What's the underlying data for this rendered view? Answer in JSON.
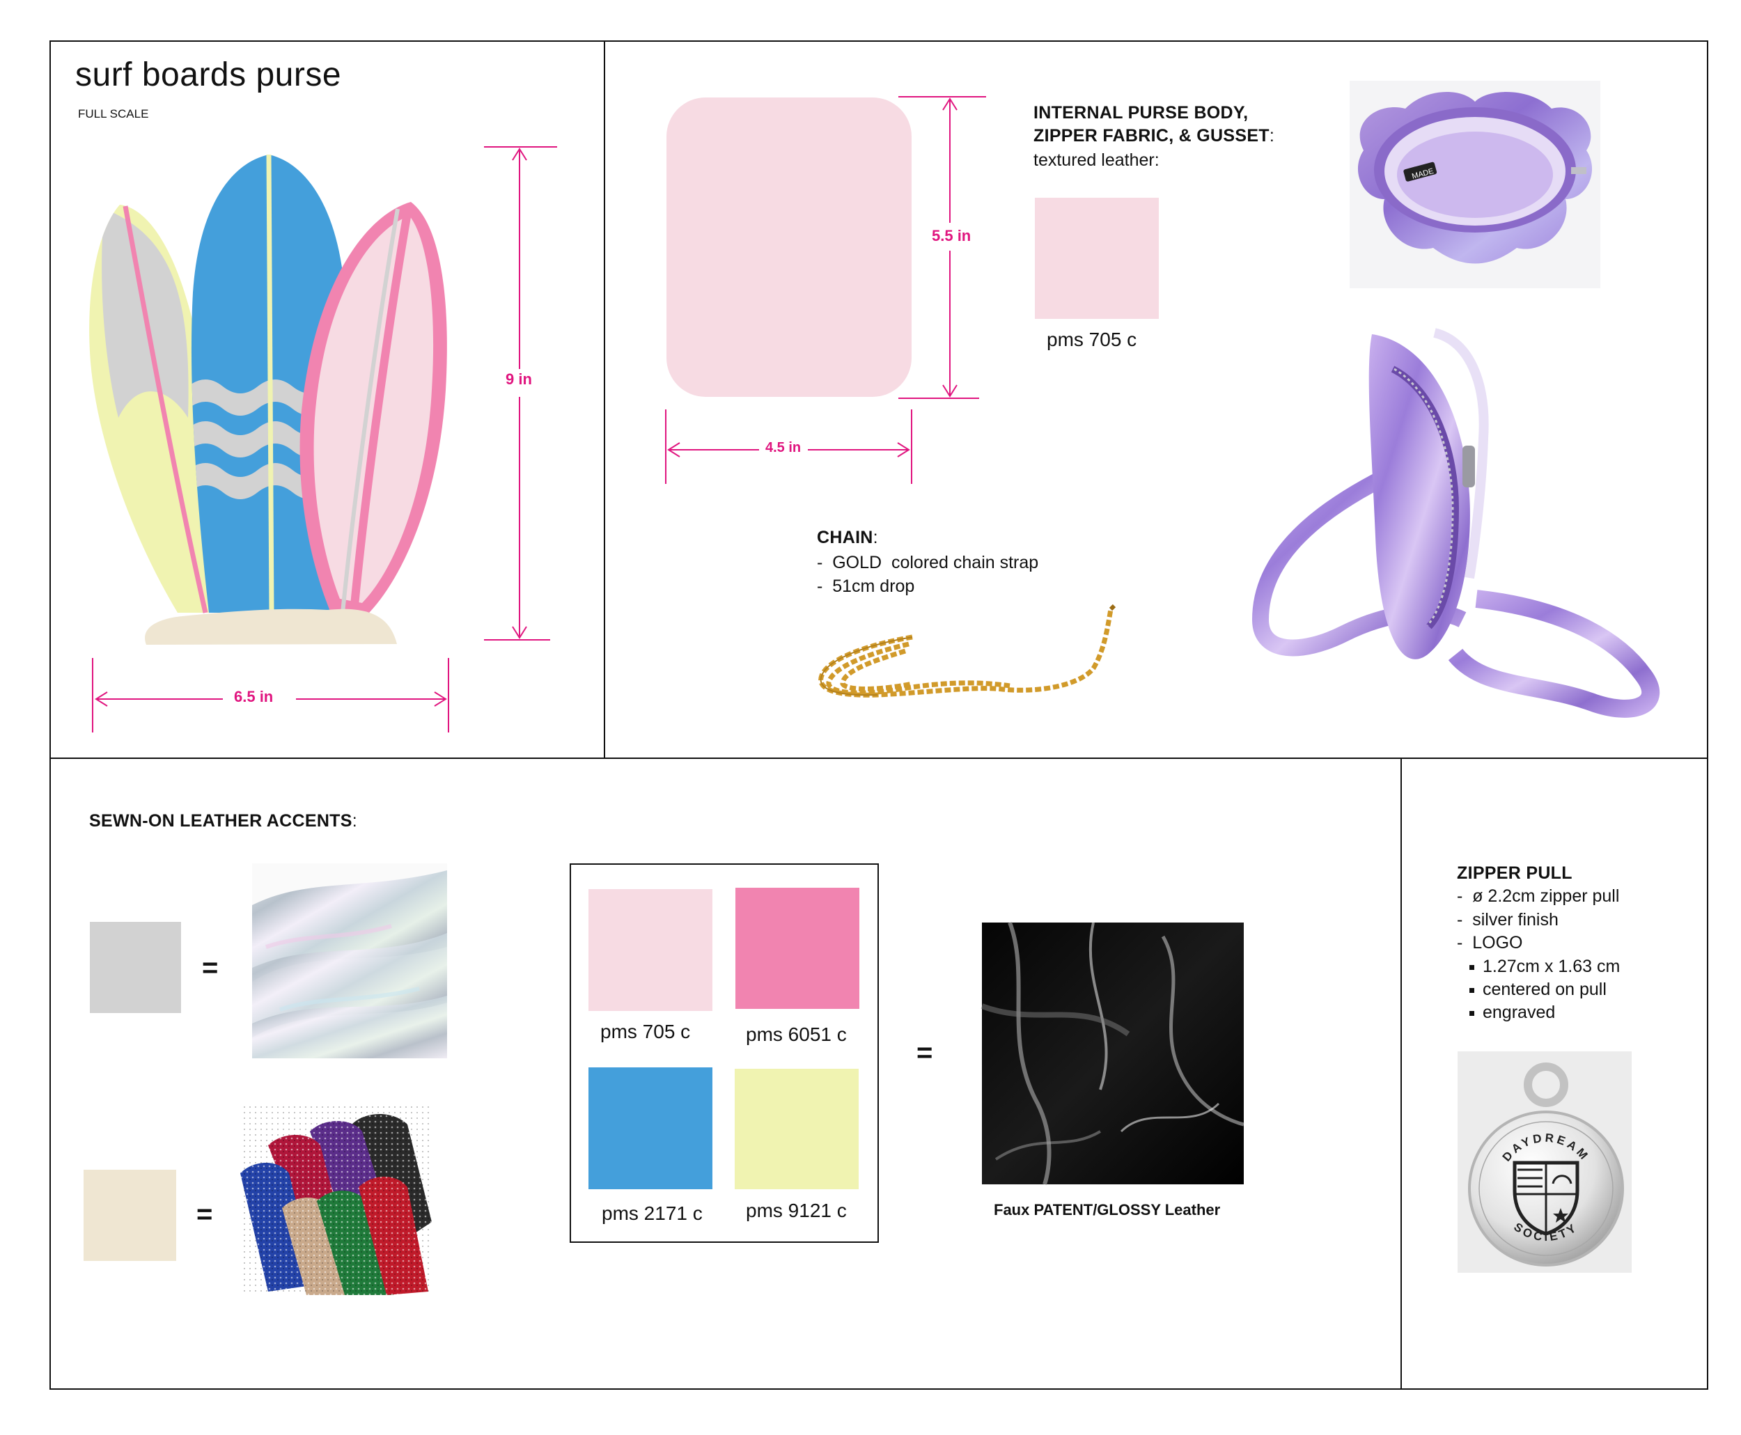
{
  "title": "surf boards purse",
  "subtitle": "FULL SCALE",
  "dims": {
    "board_height": "9 in",
    "board_width": "6.5 in",
    "body_height": "5.5 in",
    "body_width": "4.5 in"
  },
  "internal": {
    "heading_line1": "INTERNAL PURSE BODY,",
    "heading_line2": "ZIPPER FABRIC, & GUSSET",
    "colon": ":",
    "material": "textured leather:",
    "swatch_label": "pms 705 c"
  },
  "chain": {
    "heading": "CHAIN",
    "colon": ":",
    "items": [
      "-  GOLD  colored chain strap",
      "-  51cm drop"
    ]
  },
  "accents": {
    "heading": "SEWN-ON LEATHER ACCENTS",
    "colon": ":",
    "equals": "="
  },
  "swatches": [
    {
      "label": "pms 705 c",
      "color": "#f7dbe3"
    },
    {
      "label": "pms 6051 c",
      "color": "#f184b0"
    },
    {
      "label": "pms 2171 c",
      "color": "#449fdb"
    },
    {
      "label": "pms 9121 c",
      "color": "#f0f3b1"
    }
  ],
  "patent_caption": "Faux PATENT/GLOSSY Leather",
  "zipper": {
    "heading": "ZIPPER PULL",
    "items": [
      "-  ø 2.2cm zipper pull",
      "-  silver finish",
      "-  LOGO"
    ],
    "subitems": [
      "1.27cm x 1.63 cm",
      "centered on pull",
      "engraved"
    ],
    "logo_top": "DAYDREAM",
    "logo_bottom": "SOCIETY"
  },
  "bag_label": "MADE",
  "colors": {
    "accent": "#e0157f",
    "light_pink": "#f7dbe3",
    "hot_pink": "#f184b0",
    "blue": "#449fdb",
    "yellow": "#f0f3b1",
    "silver": "#d2d2d2",
    "sand": "#efe6d2"
  }
}
